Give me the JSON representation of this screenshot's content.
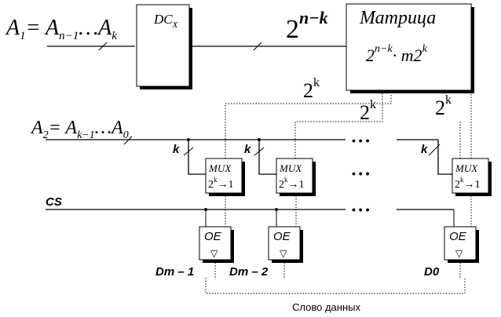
{
  "address_high": {
    "label": "A",
    "sub1": "1",
    "eq": "= A",
    "sub2": "n−1",
    "dots": "…A",
    "sub3": "k"
  },
  "decoder": {
    "label": "DC",
    "sub": "X"
  },
  "decoder_output": {
    "base": "2",
    "exp": "n−k"
  },
  "matrix": {
    "title": "Матрица",
    "line_base": "2",
    "line_exp": "n−k",
    "line_mid": "· m2",
    "line_exp2": "k"
  },
  "matrix_width": {
    "base": "2",
    "exp": "k"
  },
  "column_bus": [
    {
      "base": "2",
      "exp": "k"
    },
    {
      "base": "2",
      "exp": "k"
    }
  ],
  "address_low": {
    "label": "A",
    "sub1": "2",
    "eq": "= A",
    "sub2": "k−1",
    "dots": "…A",
    "sub3": "0"
  },
  "select_width": "k",
  "mux": {
    "label": "MUX",
    "base": "2",
    "exp": "k",
    "arrow": "→1"
  },
  "cs": "CS",
  "oe": {
    "label": "OE",
    "symbol": "▽"
  },
  "ellipsis": "• • •",
  "outputs": [
    "Dm – 1",
    "Dm – 2",
    "D0"
  ],
  "word_label": "Слово  данных"
}
